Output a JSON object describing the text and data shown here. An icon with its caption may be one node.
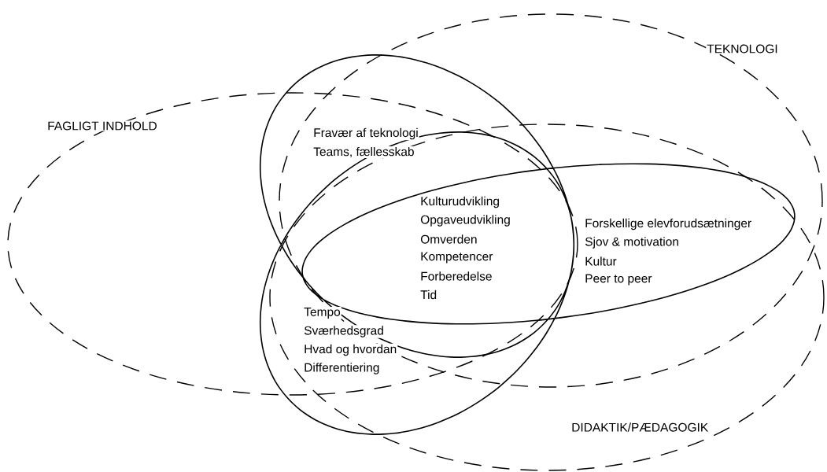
{
  "diagram": {
    "nodes": [
      {
        "text": [
          "FAGLIGT INDHOLD"
        ]
      },
      {
        "text": [
          "TEKNOLOGI"
        ]
      },
      {
        "text": [
          "DIDAKTIK/PÆDAGOGIK"
        ]
      }
    ],
    "labels": [
      "Fravær af teknologi",
      "Teams, fællesskab",
      "Kulturudvikling",
      "Opgaveudvikling",
      "Omverden",
      "Kompetencer",
      "Forberedelse",
      "Tid",
      "Forskellige elevforudsætninger",
      "Sjov & motivation",
      "Kultur",
      "Peer to peer",
      "Tempo",
      "Sværhedsgrad",
      "Hvad og hvordan",
      "Differentiering"
    ]
  }
}
